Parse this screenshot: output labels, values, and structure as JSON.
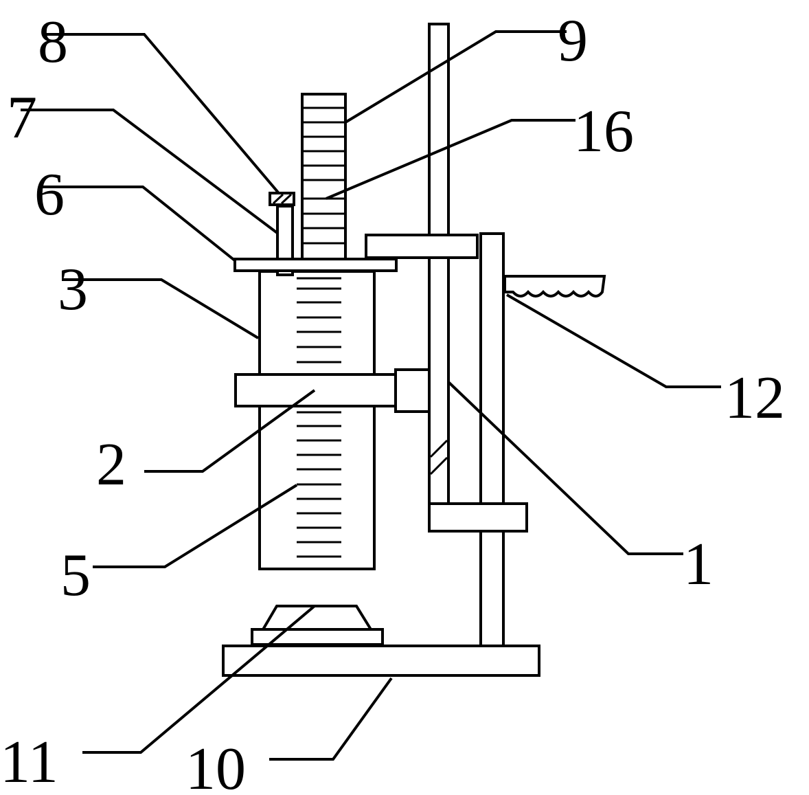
{
  "callouts": {
    "c1": "1",
    "c2": "2",
    "c3": "3",
    "c5": "5",
    "c6": "6",
    "c7": "7",
    "c8": "8",
    "c9": "9",
    "c10": "10",
    "c11": "11",
    "c12": "12",
    "c16": "16"
  },
  "colors": {
    "stroke": "#000000",
    "background": "#ffffff"
  }
}
